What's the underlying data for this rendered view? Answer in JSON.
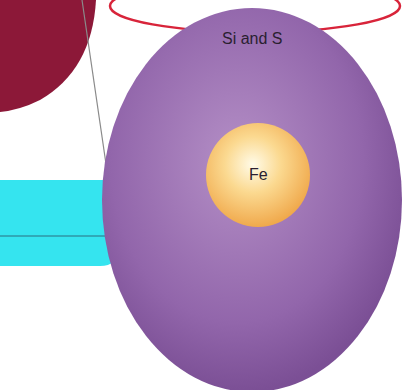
{
  "diagram": {
    "nodes": [
      {
        "text": [
          "Si and S"
        ]
      },
      {
        "text": [
          "Fe"
        ],
        "in": 0
      }
    ]
  }
}
